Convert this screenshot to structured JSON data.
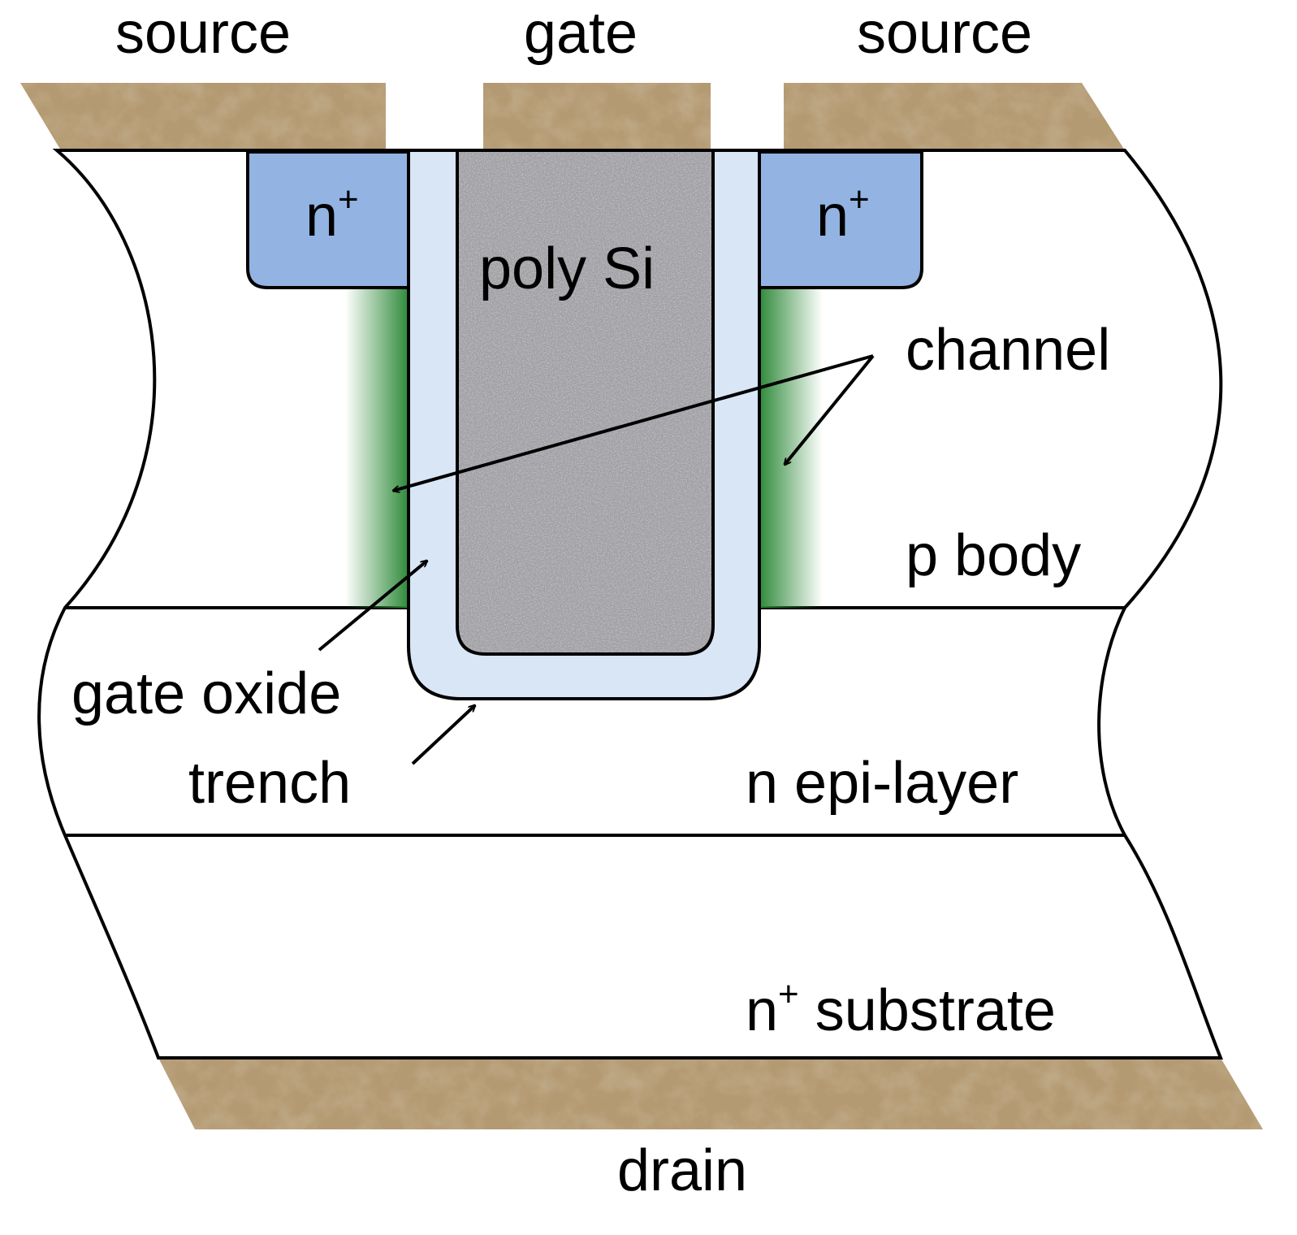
{
  "labels": {
    "source_left": "source",
    "gate_top": "gate",
    "source_right": "source",
    "n_plus": "n",
    "plus_sign": "+",
    "poly_si": "poly Si",
    "channel": "channel",
    "p_body": "p body",
    "gate_oxide": "gate oxide",
    "trench": "trench",
    "n_epi_layer": "n epi-layer",
    "substrate_n": "n",
    "substrate_rest": " substrate",
    "drain": "drain"
  },
  "colors": {
    "metal": "#b49a72",
    "metal_dark": "#8e7450",
    "n_plus_region": "#93b3e2",
    "oxide": "#d8e6f6",
    "poly": "#a6a6a6",
    "channel": "#2f8a3a",
    "outline": "#000000"
  }
}
